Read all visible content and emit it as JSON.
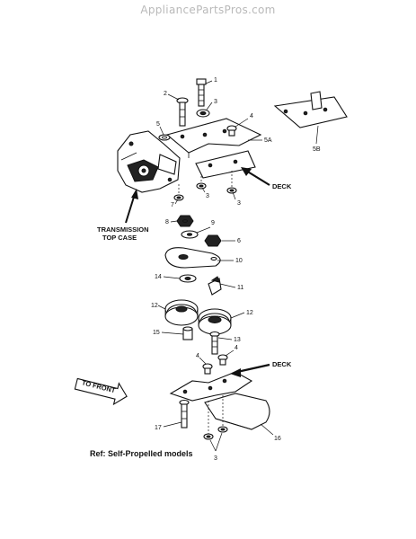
{
  "watermark": "AppliancePartsPros.com",
  "labels": {
    "deck_upper": "DECK",
    "deck_lower": "DECK",
    "transmission_line1": "TRANSMISSION",
    "transmission_line2": "TOP CASE",
    "to_front": "TO FRONT"
  },
  "ref_note": "Ref: Self-Propelled models",
  "callouts": {
    "c1": "1",
    "c2": "2",
    "c3a": "3",
    "c4a": "4",
    "c5": "5",
    "c5a": "5A",
    "c5b": "5B",
    "c3b": "3",
    "c3c": "3",
    "c7": "7",
    "c8": "8",
    "c9": "9",
    "c6": "6",
    "c10": "10",
    "c11": "11",
    "c14": "14",
    "c12a": "12",
    "c12b": "12",
    "c15": "15",
    "c13": "13",
    "c4b": "4",
    "c4c": "4",
    "c17": "17",
    "c16": "16",
    "c3d": "3"
  }
}
